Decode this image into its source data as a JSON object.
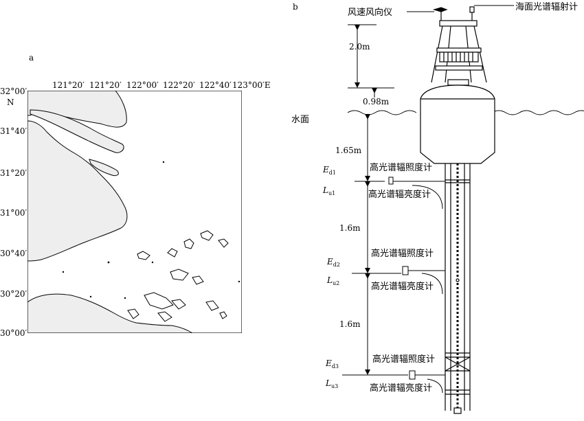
{
  "panel_a": {
    "label": "a",
    "x_ticks": [
      "121°20′",
      "121°20′",
      "122°00′",
      "122°20′",
      "122°40′",
      "123°00′E"
    ],
    "y_ticks": [
      "32°00′",
      "31°40′",
      "31°20′",
      "31°00′",
      "30°40′",
      "30°20′",
      "30°00′"
    ],
    "north_label": "N",
    "colors": {
      "land": "#eeeeee",
      "coast": "#000000"
    }
  },
  "panel_b": {
    "label": "b",
    "wind_sensor": "风速风向仪",
    "surface_radiometer": "海面光谱辐射计",
    "water_surface": "水面",
    "dims": {
      "mast_height": "2.0m",
      "freeboard": "0.98m",
      "d1": "1.65m",
      "d2": "1.6m",
      "d3": "1.6m"
    },
    "irradiance_label": "高光谱辐照度计",
    "radiance_label": "高光谱辐亮度计",
    "levels": [
      {
        "ed_main": "E",
        "ed_sub": "d1",
        "lu_main": "L",
        "lu_sub": "u1"
      },
      {
        "ed_main": "E",
        "ed_sub": "d2",
        "lu_main": "L",
        "lu_sub": "u2"
      },
      {
        "ed_main": "E",
        "ed_sub": "d3",
        "lu_main": "L",
        "lu_sub": "u3"
      }
    ]
  }
}
